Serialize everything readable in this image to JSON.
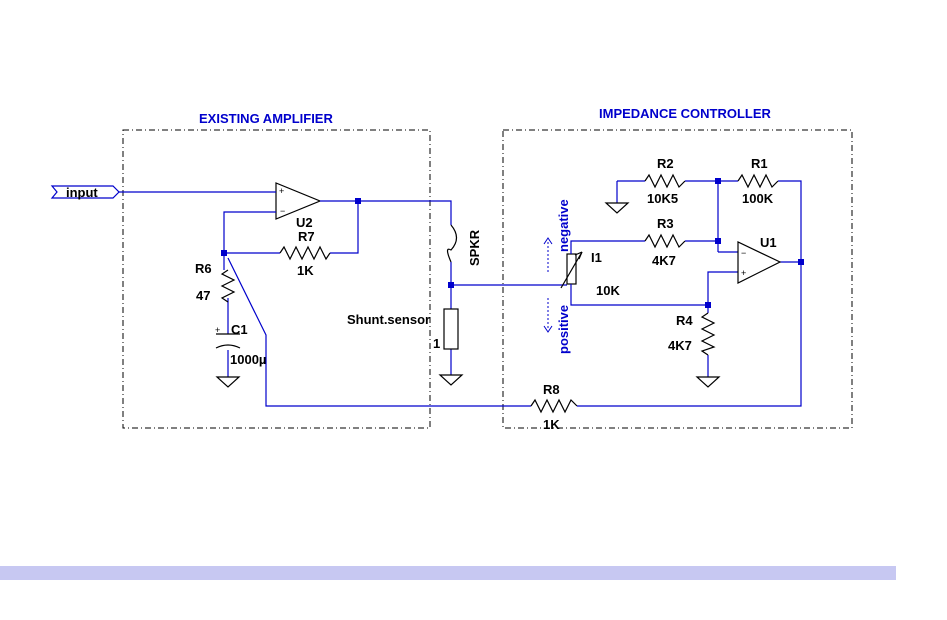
{
  "sections": {
    "left_title": "EXISTING AMPLIFIER",
    "right_title": "IMPEDANCE CONTROLLER"
  },
  "input_label": "input",
  "components": {
    "u2": {
      "ref": "U2"
    },
    "r7": {
      "ref": "R7",
      "value": "1K"
    },
    "r6": {
      "ref": "R6",
      "value": "47"
    },
    "c1": {
      "ref": "C1",
      "value": "1000µ"
    },
    "spkr": {
      "ref": "SPKR"
    },
    "shunt": {
      "ref": "Shunt.sensor",
      "value": "1"
    },
    "i1": {
      "ref": "I1",
      "value": "10K"
    },
    "r2": {
      "ref": "R2",
      "value": "10K5"
    },
    "r1": {
      "ref": "R1",
      "value": "100K"
    },
    "r3": {
      "ref": "R3",
      "value": "4K7"
    },
    "u1": {
      "ref": "U1"
    },
    "r4": {
      "ref": "R4",
      "value": "4K7"
    },
    "r8": {
      "ref": "R8",
      "value": "1K"
    }
  },
  "directions": {
    "up": "negative",
    "down": "positive"
  },
  "colors": {
    "wire": "#0000cc",
    "component": "#000000",
    "footer": "#c7c8f2"
  }
}
